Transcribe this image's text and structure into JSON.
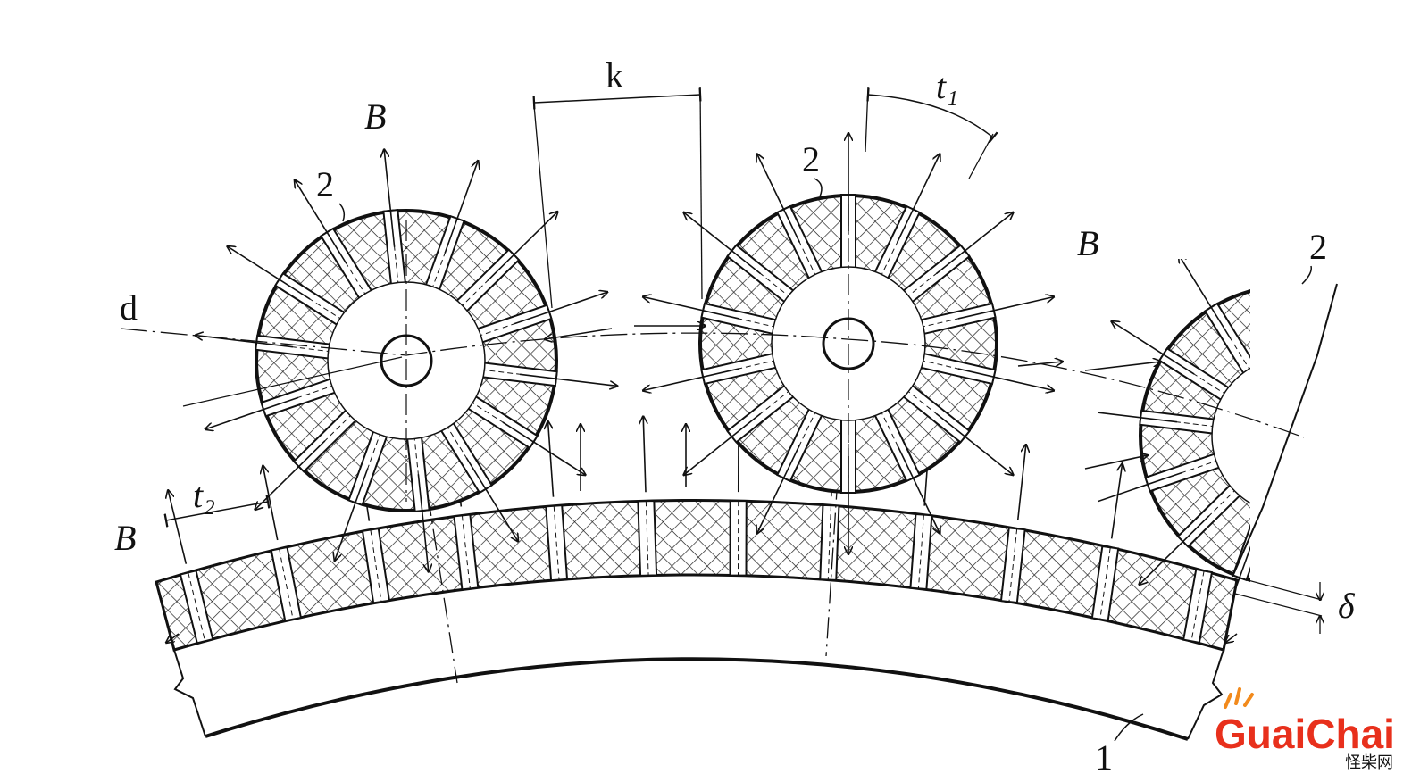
{
  "labels": {
    "k": "k",
    "t1": "t₁",
    "t2": "t₂",
    "d": "d",
    "delta": "δ",
    "one": "1",
    "two": "2",
    "b_vector": "B⃗"
  },
  "watermark": {
    "guai": "Guai",
    "chai": "Chai",
    "sub": "怪柴网",
    "colors": {
      "guai": "#e8301c",
      "chai": "#e8301c",
      "sub": "#e8301c",
      "flame": "#f28a1c"
    }
  }
}
